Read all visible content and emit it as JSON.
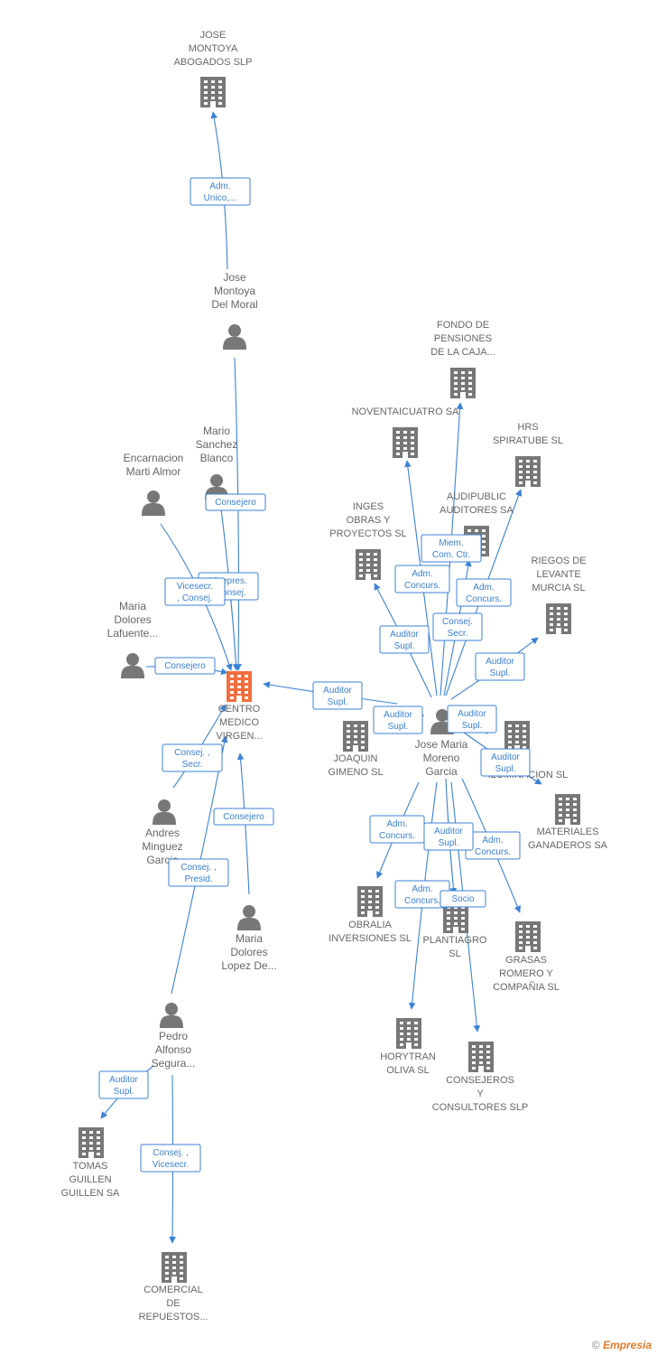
{
  "nodes": [
    {
      "id": "jose-montoya-abogados",
      "type": "company",
      "lines": [
        "JOSE",
        "MONTOYA",
        "ABOGADOS  SLP"
      ],
      "icon": "building-icon"
    },
    {
      "id": "jose-montoya-del-moral",
      "type": "person",
      "lines": [
        "Jose",
        "Montoya",
        "Del Moral"
      ],
      "icon": "person-icon"
    },
    {
      "id": "mario-sanchez-blanco",
      "type": "person",
      "lines": [
        "Mario",
        "Sanchez",
        "Blanco"
      ],
      "icon": "person-icon"
    },
    {
      "id": "encarnacion-marti-almor",
      "type": "person",
      "lines": [
        "Encarnacion",
        "Marti Almor"
      ],
      "icon": "person-icon"
    },
    {
      "id": "maria-dolores-lafuente",
      "type": "person",
      "lines": [
        "Maria",
        "Dolores",
        "Lafuente..."
      ],
      "icon": "person-icon"
    },
    {
      "id": "centro-medico-virgen",
      "type": "company",
      "focus": true,
      "lines": [
        "CENTRO",
        "MEDICO",
        "VIRGEN..."
      ],
      "icon": "building-icon"
    },
    {
      "id": "andres-minguez-garcia",
      "type": "person",
      "lines": [
        "Andres",
        "Minguez",
        "Garcia"
      ],
      "icon": "person-icon"
    },
    {
      "id": "maria-dolores-lopez",
      "type": "person",
      "lines": [
        "Maria",
        "Dolores",
        "Lopez De..."
      ],
      "icon": "person-icon"
    },
    {
      "id": "pedro-alfonso-segura",
      "type": "person",
      "lines": [
        "Pedro",
        "Alfonso",
        "Segura..."
      ],
      "icon": "person-icon"
    },
    {
      "id": "tomas-guillen",
      "type": "company",
      "lines": [
        "TOMAS",
        "GUILLEN",
        "GUILLEN SA"
      ],
      "icon": "building-icon"
    },
    {
      "id": "comercial-repuestos",
      "type": "company",
      "lines": [
        "COMERCIAL",
        "DE",
        "REPUESTOS..."
      ],
      "icon": "building-icon"
    },
    {
      "id": "fondo-pensiones",
      "type": "company",
      "lines": [
        "FONDO DE",
        "PENSIONES",
        "DE LA CAJA..."
      ],
      "icon": "building-icon"
    },
    {
      "id": "noventaicuatro",
      "type": "company",
      "lines": [
        "NOVENTAICUATRO SA"
      ],
      "icon": "building-icon"
    },
    {
      "id": "hrs-spiratube",
      "type": "company",
      "lines": [
        "HRS",
        "SPIRATUBE SL"
      ],
      "icon": "building-icon"
    },
    {
      "id": "inges-obras",
      "type": "company",
      "lines": [
        "INGES",
        "OBRAS Y",
        "PROYECTOS SL"
      ],
      "icon": "building-icon"
    },
    {
      "id": "audipublic",
      "type": "company",
      "lines": [
        "AUDIPUBLIC",
        "AUDITORES SA"
      ],
      "icon": "building-icon"
    },
    {
      "id": "riegos-levante",
      "type": "company",
      "lines": [
        "RIEGOS DE",
        "LEVANTE",
        "MURCIA SL"
      ],
      "icon": "building-icon"
    },
    {
      "id": "jose-maria-moreno",
      "type": "person",
      "lines": [
        "Jose Maria",
        "Moreno",
        "Garcia"
      ],
      "icon": "person-icon"
    },
    {
      "id": "joaquin-gimeno",
      "type": "company",
      "lines": [
        "JOAQUIN",
        "GIMENO SL"
      ],
      "icon": "building-icon"
    },
    {
      "id": "iluminacion",
      "type": "company",
      "lines": [
        "ILUMINACION SL"
      ],
      "icon": "building-icon"
    },
    {
      "id": "materiales-ganaderos",
      "type": "company",
      "lines": [
        "MATERIALES",
        "GANADEROS SA"
      ],
      "icon": "building-icon"
    },
    {
      "id": "obralia",
      "type": "company",
      "lines": [
        "OBRALIA",
        "INVERSIONES SL"
      ],
      "icon": "building-icon"
    },
    {
      "id": "plantiagro",
      "type": "company",
      "lines": [
        "PLANTIAGRO",
        "SL"
      ],
      "icon": "building-icon"
    },
    {
      "id": "grasas-romero",
      "type": "company",
      "lines": [
        "GRASAS",
        "ROMERO Y",
        "COMPAÑIA SL"
      ],
      "icon": "building-icon"
    },
    {
      "id": "horytran",
      "type": "company",
      "lines": [
        "HORYTRAN",
        "OLIVA SL"
      ],
      "icon": "building-icon"
    },
    {
      "id": "consejeros-consultores",
      "type": "company",
      "lines": [
        "CONSEJEROS",
        "Y",
        "CONSULTORES SLP"
      ],
      "icon": "building-icon"
    }
  ],
  "relations": [
    {
      "from": "jose-montoya-del-moral",
      "to": "jose-montoya-abogados",
      "label": [
        "Adm.",
        "Unico,..."
      ]
    },
    {
      "from": "jose-montoya-del-moral",
      "to": "centro-medico-virgen",
      "label": [
        "Consejero"
      ]
    },
    {
      "from": "mario-sanchez-blanco",
      "to": "centro-medico-virgen",
      "label": [
        "Vicepres.",
        ", Consej."
      ]
    },
    {
      "from": "encarnacion-marti-almor",
      "to": "centro-medico-virgen",
      "label": [
        "Vicesecr.",
        ", Consej."
      ]
    },
    {
      "from": "maria-dolores-lafuente",
      "to": "centro-medico-virgen",
      "label": [
        "Consejero"
      ]
    },
    {
      "from": "andres-minguez-garcia",
      "to": "centro-medico-virgen",
      "label": [
        "Consej. ,",
        "Secr."
      ]
    },
    {
      "from": "maria-dolores-lopez",
      "to": "centro-medico-virgen",
      "label": [
        "Consejero"
      ]
    },
    {
      "from": "pedro-alfonso-segura",
      "to": "centro-medico-virgen",
      "label": [
        "Consej. ,",
        "Presid."
      ]
    },
    {
      "from": "pedro-alfonso-segura",
      "to": "tomas-guillen",
      "label": [
        "Auditor",
        "Supl."
      ]
    },
    {
      "from": "pedro-alfonso-segura",
      "to": "comercial-repuestos",
      "label": [
        "Consej. ,",
        "Vicesecr."
      ]
    },
    {
      "from": "jose-maria-moreno",
      "to": "centro-medico-virgen",
      "label": [
        "Auditor",
        "Supl."
      ]
    },
    {
      "from": "jose-maria-moreno",
      "to": "fondo-pensiones",
      "label": [
        "Miem.",
        "Com. Ctr."
      ]
    },
    {
      "from": "jose-maria-moreno",
      "to": "noventaicuatro",
      "label": [
        "Adm.",
        "Concurs."
      ]
    },
    {
      "from": "jose-maria-moreno",
      "to": "hrs-spiratube",
      "label": [
        "Adm.",
        "Concurs."
      ]
    },
    {
      "from": "jose-maria-moreno",
      "to": "inges-obras",
      "label": [
        "Auditor",
        "Supl."
      ]
    },
    {
      "from": "jose-maria-moreno",
      "to": "audipublic",
      "label": [
        "Consej.",
        "Secr."
      ]
    },
    {
      "from": "jose-maria-moreno",
      "to": "riegos-levante",
      "label": [
        "Auditor",
        "Supl."
      ]
    },
    {
      "from": "jose-maria-moreno",
      "to": "joaquin-gimeno",
      "label": [
        "Auditor",
        "Supl."
      ]
    },
    {
      "from": "jose-maria-moreno",
      "to": "iluminacion",
      "label": [
        "Auditor",
        "Supl."
      ]
    },
    {
      "from": "jose-maria-moreno",
      "to": "materiales-ganaderos",
      "label": [
        "Adm.",
        "Concurs."
      ]
    },
    {
      "from": "jose-maria-moreno",
      "to": "obralia",
      "label": [
        "Adm.",
        "Concurs."
      ]
    },
    {
      "from": "jose-maria-moreno",
      "to": "plantiagro",
      "label": [
        "Auditor",
        "Supl."
      ]
    },
    {
      "from": "jose-maria-moreno",
      "to": "grasas-romero",
      "label": [
        "Auditor",
        "Supl."
      ]
    },
    {
      "from": "jose-maria-moreno",
      "to": "horytran",
      "label": [
        "Adm.",
        "Concurs."
      ]
    },
    {
      "from": "jose-maria-moreno",
      "to": "consejeros-consultores",
      "label": [
        "Socio"
      ]
    }
  ],
  "colors": {
    "edge": "#3b82d6",
    "icon": "#777777",
    "focus": "#f26d3d",
    "label": "#666666"
  },
  "footer": {
    "copyright": "©",
    "brand": "Empresia"
  }
}
